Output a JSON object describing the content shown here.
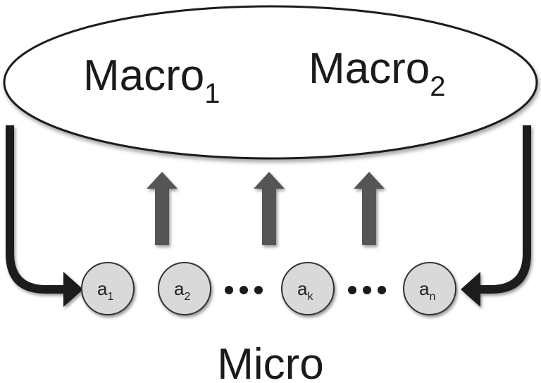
{
  "macro": {
    "label_1": "Macro",
    "sub_1": "1",
    "label_2": "Macro",
    "sub_2": "2"
  },
  "agents": [
    {
      "name": "a",
      "sub": "1"
    },
    {
      "name": "a",
      "sub": "2"
    },
    {
      "name": "a",
      "sub": "k"
    },
    {
      "name": "a",
      "sub": "n"
    }
  ],
  "micro": {
    "label": "Micro"
  },
  "colors": {
    "ellipse_fill": "#ffffff",
    "ellipse_stroke": "#1a1a1a",
    "agent_fill": "#d9d9d9",
    "agent_stroke": "#333333",
    "up_arrow": "#555555",
    "feedback_arrow": "#1a1a1a",
    "dots": "#1a1a1a"
  }
}
